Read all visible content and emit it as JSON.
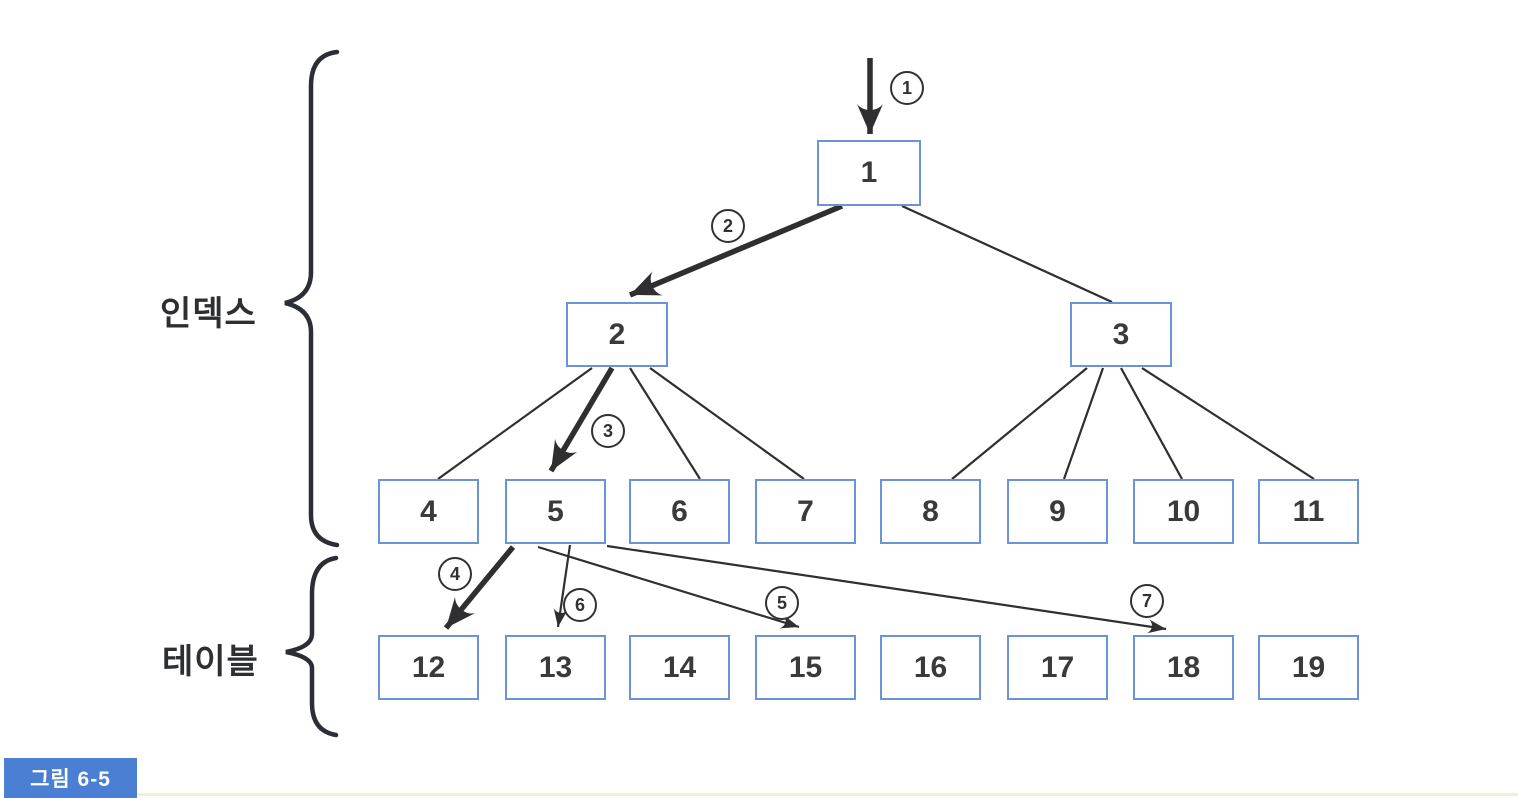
{
  "caption": {
    "label": "그림 6-5"
  },
  "groups": {
    "index": "인덱스",
    "table": "테이블"
  },
  "nodes": {
    "root": "1",
    "internal": [
      "2",
      "3"
    ],
    "leaf": [
      "4",
      "5",
      "6",
      "7",
      "8",
      "9",
      "10",
      "11"
    ],
    "table": [
      "12",
      "13",
      "14",
      "15",
      "16",
      "17",
      "18",
      "19"
    ]
  },
  "steps": [
    "1",
    "2",
    "3",
    "4",
    "5",
    "6",
    "7"
  ],
  "colors": {
    "box_border": "#6b93d8",
    "edge": "#2f2f31",
    "badge_bg": "#4b7fd4",
    "badge_text": "#ffffff",
    "bottom_rule": "#efecc8"
  }
}
